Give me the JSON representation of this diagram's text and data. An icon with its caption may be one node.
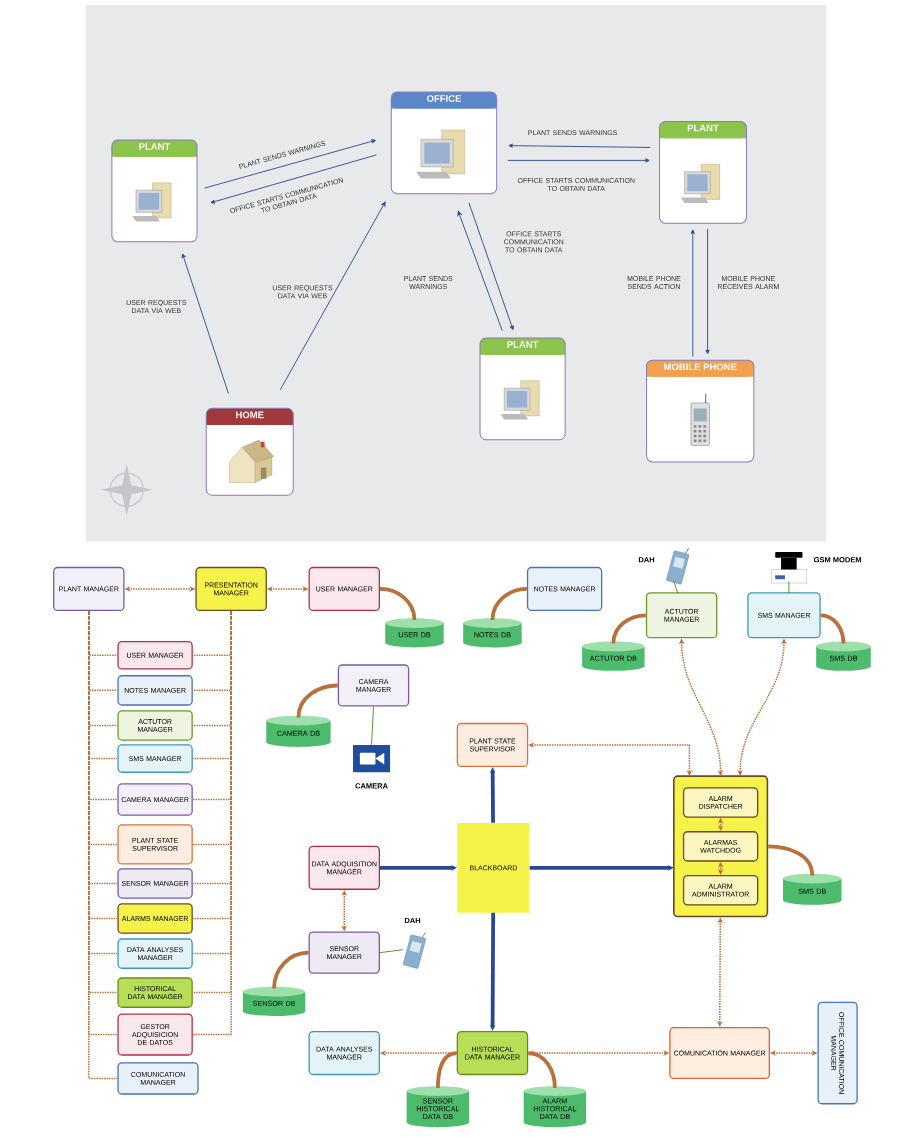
{
  "diagram": {
    "nodes": [
      {
        "text": [
          "OFFICE"
        ]
      },
      {
        "text": [
          "PLANT"
        ]
      },
      {
        "text": [
          "PLANT"
        ]
      },
      {
        "text": [
          "PLANT"
        ]
      },
      {
        "text": [
          "MOBILE PHONE"
        ]
      },
      {
        "text": [
          "HOME"
        ]
      },
      {
        "text": [
          "PLANT MANAGER"
        ]
      },
      {
        "text": [
          "PRESENTATION MANAGER"
        ]
      },
      {
        "text": [
          "USER MANAGER"
        ]
      },
      {
        "text": [
          "USER DB"
        ]
      },
      {
        "text": [
          "NOTES MANAGER"
        ]
      },
      {
        "text": [
          "NOTES DB"
        ]
      },
      {
        "text": [
          "DAH"
        ]
      },
      {
        "text": [
          "ACTUTOR MANAGER"
        ]
      },
      {
        "text": [
          "ACTUTOR DB"
        ]
      },
      {
        "text": [
          "GSM MODEM"
        ]
      },
      {
        "text": [
          "SMS MANAGER"
        ]
      },
      {
        "text": [
          "SMS DB"
        ]
      },
      {
        "text": [
          "USER MANAGER"
        ]
      },
      {
        "text": [
          "NOTES MANAGER"
        ]
      },
      {
        "text": [
          "ACTUTOR MANAGER"
        ]
      },
      {
        "text": [
          "SMS MANAGER"
        ]
      },
      {
        "text": [
          "CAMERA MANAGER"
        ]
      },
      {
        "text": [
          "PLANT STATE SUPERVISOR"
        ]
      },
      {
        "text": [
          "SENSOR MANAGER"
        ]
      },
      {
        "text": [
          "ALARMS MANAGER"
        ]
      },
      {
        "text": [
          "DATA ANALYSES MANAGER"
        ]
      },
      {
        "text": [
          "HISTORICAL DATA MANAGER"
        ]
      },
      {
        "text": [
          "GESTOR ADQUISICION DE DATOS"
        ]
      },
      {
        "text": [
          "COMUNICATION MANAGER"
        ]
      },
      {
        "text": [
          "CAMERA MANAGER"
        ]
      },
      {
        "text": [
          "CAMERA DB"
        ]
      },
      {
        "text": [
          "CAMERA"
        ]
      },
      {
        "text": [
          "PLANT STATE SUPERVISOR"
        ]
      },
      {
        "text": [],
        "shape": "box"
      },
      {
        "text": [
          "ALARM DISPATCHER"
        ],
        "in": 34
      },
      {
        "text": [
          "ALARMAS WATCHDOG"
        ],
        "in": 34
      },
      {
        "text": [
          "ALARM ADMINISTRATOR"
        ],
        "in": 34
      },
      {
        "text": [
          "SMS DB"
        ]
      },
      {
        "text": [
          "DATA ADQUISITION MANAGER"
        ]
      },
      {
        "text": [
          "BLACKBOARD"
        ]
      },
      {
        "text": [
          "SENSOR MANAGER"
        ]
      },
      {
        "text": [
          "DAH"
        ]
      },
      {
        "text": [
          "SENSOR DB"
        ]
      },
      {
        "text": [
          "DATA ANALYSES MANAGER"
        ]
      },
      {
        "text": [
          "HISTORICAL DATA MANAGER"
        ]
      },
      {
        "text": [
          "COMUNICATION MANAGER"
        ]
      },
      {
        "text": [
          "OFFICE COMUNICATION MANAGER"
        ]
      },
      {
        "text": [
          "SENSOR HISTORICAL DATA DB"
        ]
      },
      {
        "text": [
          "ALARM HISTORICAL DATA DB"
        ]
      }
    ],
    "edges": [
      {
        "from": 1,
        "to": 0,
        "arrow": "to",
        "label": "PLANT SENDS WARNINGS",
        "color": "#2a4890"
      },
      {
        "from": 0,
        "to": 1,
        "arrow": "to",
        "label": "OFFICE STARTS COMMUNICATION TO OBTAIN DATA",
        "color": "#2a4890"
      },
      {
        "from": 2,
        "to": 0,
        "arrow": "to",
        "label": "PLANT SENDS WARNINGS",
        "color": "#2a4890"
      },
      {
        "from": 0,
        "to": 2,
        "arrow": "to",
        "label": "OFFICE STARTS COMMUNICATION TO OBTAIN DATA",
        "color": "#2a4890"
      },
      {
        "from": 3,
        "to": 0,
        "arrow": "to",
        "label": "PLANT SENDS WARNINGS",
        "color": "#2a4890"
      },
      {
        "from": 0,
        "to": 3,
        "arrow": "to",
        "label": "OFFICE STARTS COMMUNICATION TO OBTAIN DATA",
        "color": "#2a4890"
      },
      {
        "from": 4,
        "to": 2,
        "arrow": "to",
        "label": "MOBILE PHONE SENDS ACTION",
        "color": "#2a4890"
      },
      {
        "from": 2,
        "to": 4,
        "arrow": "to",
        "label": "MOBILE PHONE RECEIVES ALARM",
        "color": "#2a4890"
      },
      {
        "from": 5,
        "to": 1,
        "arrow": "to",
        "label": "USER REQUESTS DATA VIA WEB",
        "color": "#2a4890"
      },
      {
        "from": 5,
        "to": 0,
        "arrow": "to",
        "label": "USER REQUESTS DATA VIA WEB",
        "color": "#2a4890"
      },
      {
        "from": 6,
        "to": 7,
        "arrow": "both",
        "style": "dashed"
      },
      {
        "from": 7,
        "to": 8,
        "arrow": "both",
        "style": "dashed"
      },
      {
        "from": 6,
        "to": 18,
        "arrow": "none",
        "style": "dashed"
      },
      {
        "from": 6,
        "to": 19,
        "arrow": "none",
        "style": "dashed"
      },
      {
        "from": 6,
        "to": 20,
        "arrow": "none",
        "style": "dashed"
      },
      {
        "from": 6,
        "to": 21,
        "arrow": "none",
        "style": "dashed"
      },
      {
        "from": 6,
        "to": 22,
        "arrow": "none",
        "style": "dashed"
      },
      {
        "from": 6,
        "to": 23,
        "arrow": "none",
        "style": "dashed"
      },
      {
        "from": 6,
        "to": 24,
        "arrow": "none",
        "style": "dashed"
      },
      {
        "from": 6,
        "to": 25,
        "arrow": "none",
        "style": "dashed"
      },
      {
        "from": 6,
        "to": 26,
        "arrow": "none",
        "style": "dashed"
      },
      {
        "from": 6,
        "to": 27,
        "arrow": "none",
        "style": "dashed"
      },
      {
        "from": 6,
        "to": 28,
        "arrow": "none",
        "style": "dashed"
      },
      {
        "from": 6,
        "to": 29,
        "arrow": "none",
        "style": "dashed"
      },
      {
        "from": 7,
        "to": 18,
        "arrow": "none",
        "style": "dashed"
      },
      {
        "from": 7,
        "to": 19,
        "arrow": "none",
        "style": "dashed"
      },
      {
        "from": 7,
        "to": 20,
        "arrow": "none",
        "style": "dashed"
      },
      {
        "from": 7,
        "to": 21,
        "arrow": "none",
        "style": "dashed"
      },
      {
        "from": 7,
        "to": 22,
        "arrow": "none",
        "style": "dashed"
      },
      {
        "from": 7,
        "to": 23,
        "arrow": "none",
        "style": "dashed"
      },
      {
        "from": 7,
        "to": 24,
        "arrow": "none",
        "style": "dashed"
      },
      {
        "from": 7,
        "to": 25,
        "arrow": "none",
        "style": "dashed"
      },
      {
        "from": 7,
        "to": 26,
        "arrow": "none",
        "style": "dashed"
      },
      {
        "from": 7,
        "to": 27,
        "arrow": "none",
        "style": "dashed"
      },
      {
        "from": 7,
        "to": 28,
        "arrow": "none",
        "style": "dashed"
      },
      {
        "from": 8,
        "to": 9,
        "arrow": "none",
        "style": "thick"
      },
      {
        "from": 10,
        "to": 11,
        "arrow": "none",
        "style": "thick"
      },
      {
        "from": 12,
        "to": 13,
        "arrow": "none",
        "color": "#4a8a20"
      },
      {
        "from": 13,
        "to": 14,
        "arrow": "none",
        "style": "thick"
      },
      {
        "from": 15,
        "to": 16,
        "arrow": "none",
        "color": "#4a8a20"
      },
      {
        "from": 16,
        "to": 17,
        "arrow": "none",
        "style": "thick"
      },
      {
        "from": 13,
        "to": 34,
        "arrow": "both",
        "style": "dashed"
      },
      {
        "from": 16,
        "to": 34,
        "arrow": "both",
        "style": "dashed"
      },
      {
        "from": 30,
        "to": 31,
        "arrow": "none",
        "style": "thick"
      },
      {
        "from": 30,
        "to": 32,
        "arrow": "none",
        "color": "#4a8a20"
      },
      {
        "from": 33,
        "to": 34,
        "arrow": "both",
        "style": "dashed"
      },
      {
        "from": 35,
        "to": 36,
        "arrow": "both",
        "style": "dashed"
      },
      {
        "from": 36,
        "to": 37,
        "arrow": "both",
        "style": "dashed"
      },
      {
        "from": 34,
        "to": 38,
        "arrow": "none",
        "style": "thick"
      },
      {
        "from": 39,
        "to": 40,
        "arrow": "to",
        "style": "thick",
        "color": "#2a4890"
      },
      {
        "from": 40,
        "to": 33,
        "arrow": "to",
        "style": "thick",
        "color": "#2a4890"
      },
      {
        "from": 40,
        "to": 34,
        "arrow": "to",
        "style": "thick",
        "color": "#2a4890"
      },
      {
        "from": 40,
        "to": 45,
        "arrow": "to",
        "style": "thick",
        "color": "#2a4890"
      },
      {
        "from": 39,
        "to": 41,
        "arrow": "both",
        "style": "dashed"
      },
      {
        "from": 41,
        "to": 42,
        "arrow": "none",
        "color": "#4a8a20"
      },
      {
        "from": 41,
        "to": 43,
        "arrow": "none",
        "style": "thick"
      },
      {
        "from": 45,
        "to": 44,
        "arrow": "to",
        "style": "dashed"
      },
      {
        "from": 46,
        "to": 45,
        "arrow": "both",
        "style": "dashed"
      },
      {
        "from": 34,
        "to": 46,
        "arrow": "both",
        "style": "dashed"
      },
      {
        "from": 46,
        "to": 47,
        "arrow": "both",
        "style": "dashed"
      },
      {
        "from": 45,
        "to": 48,
        "arrow": "none",
        "style": "thick"
      },
      {
        "from": 45,
        "to": 49,
        "arrow": "none",
        "style": "thick"
      }
    ]
  }
}
